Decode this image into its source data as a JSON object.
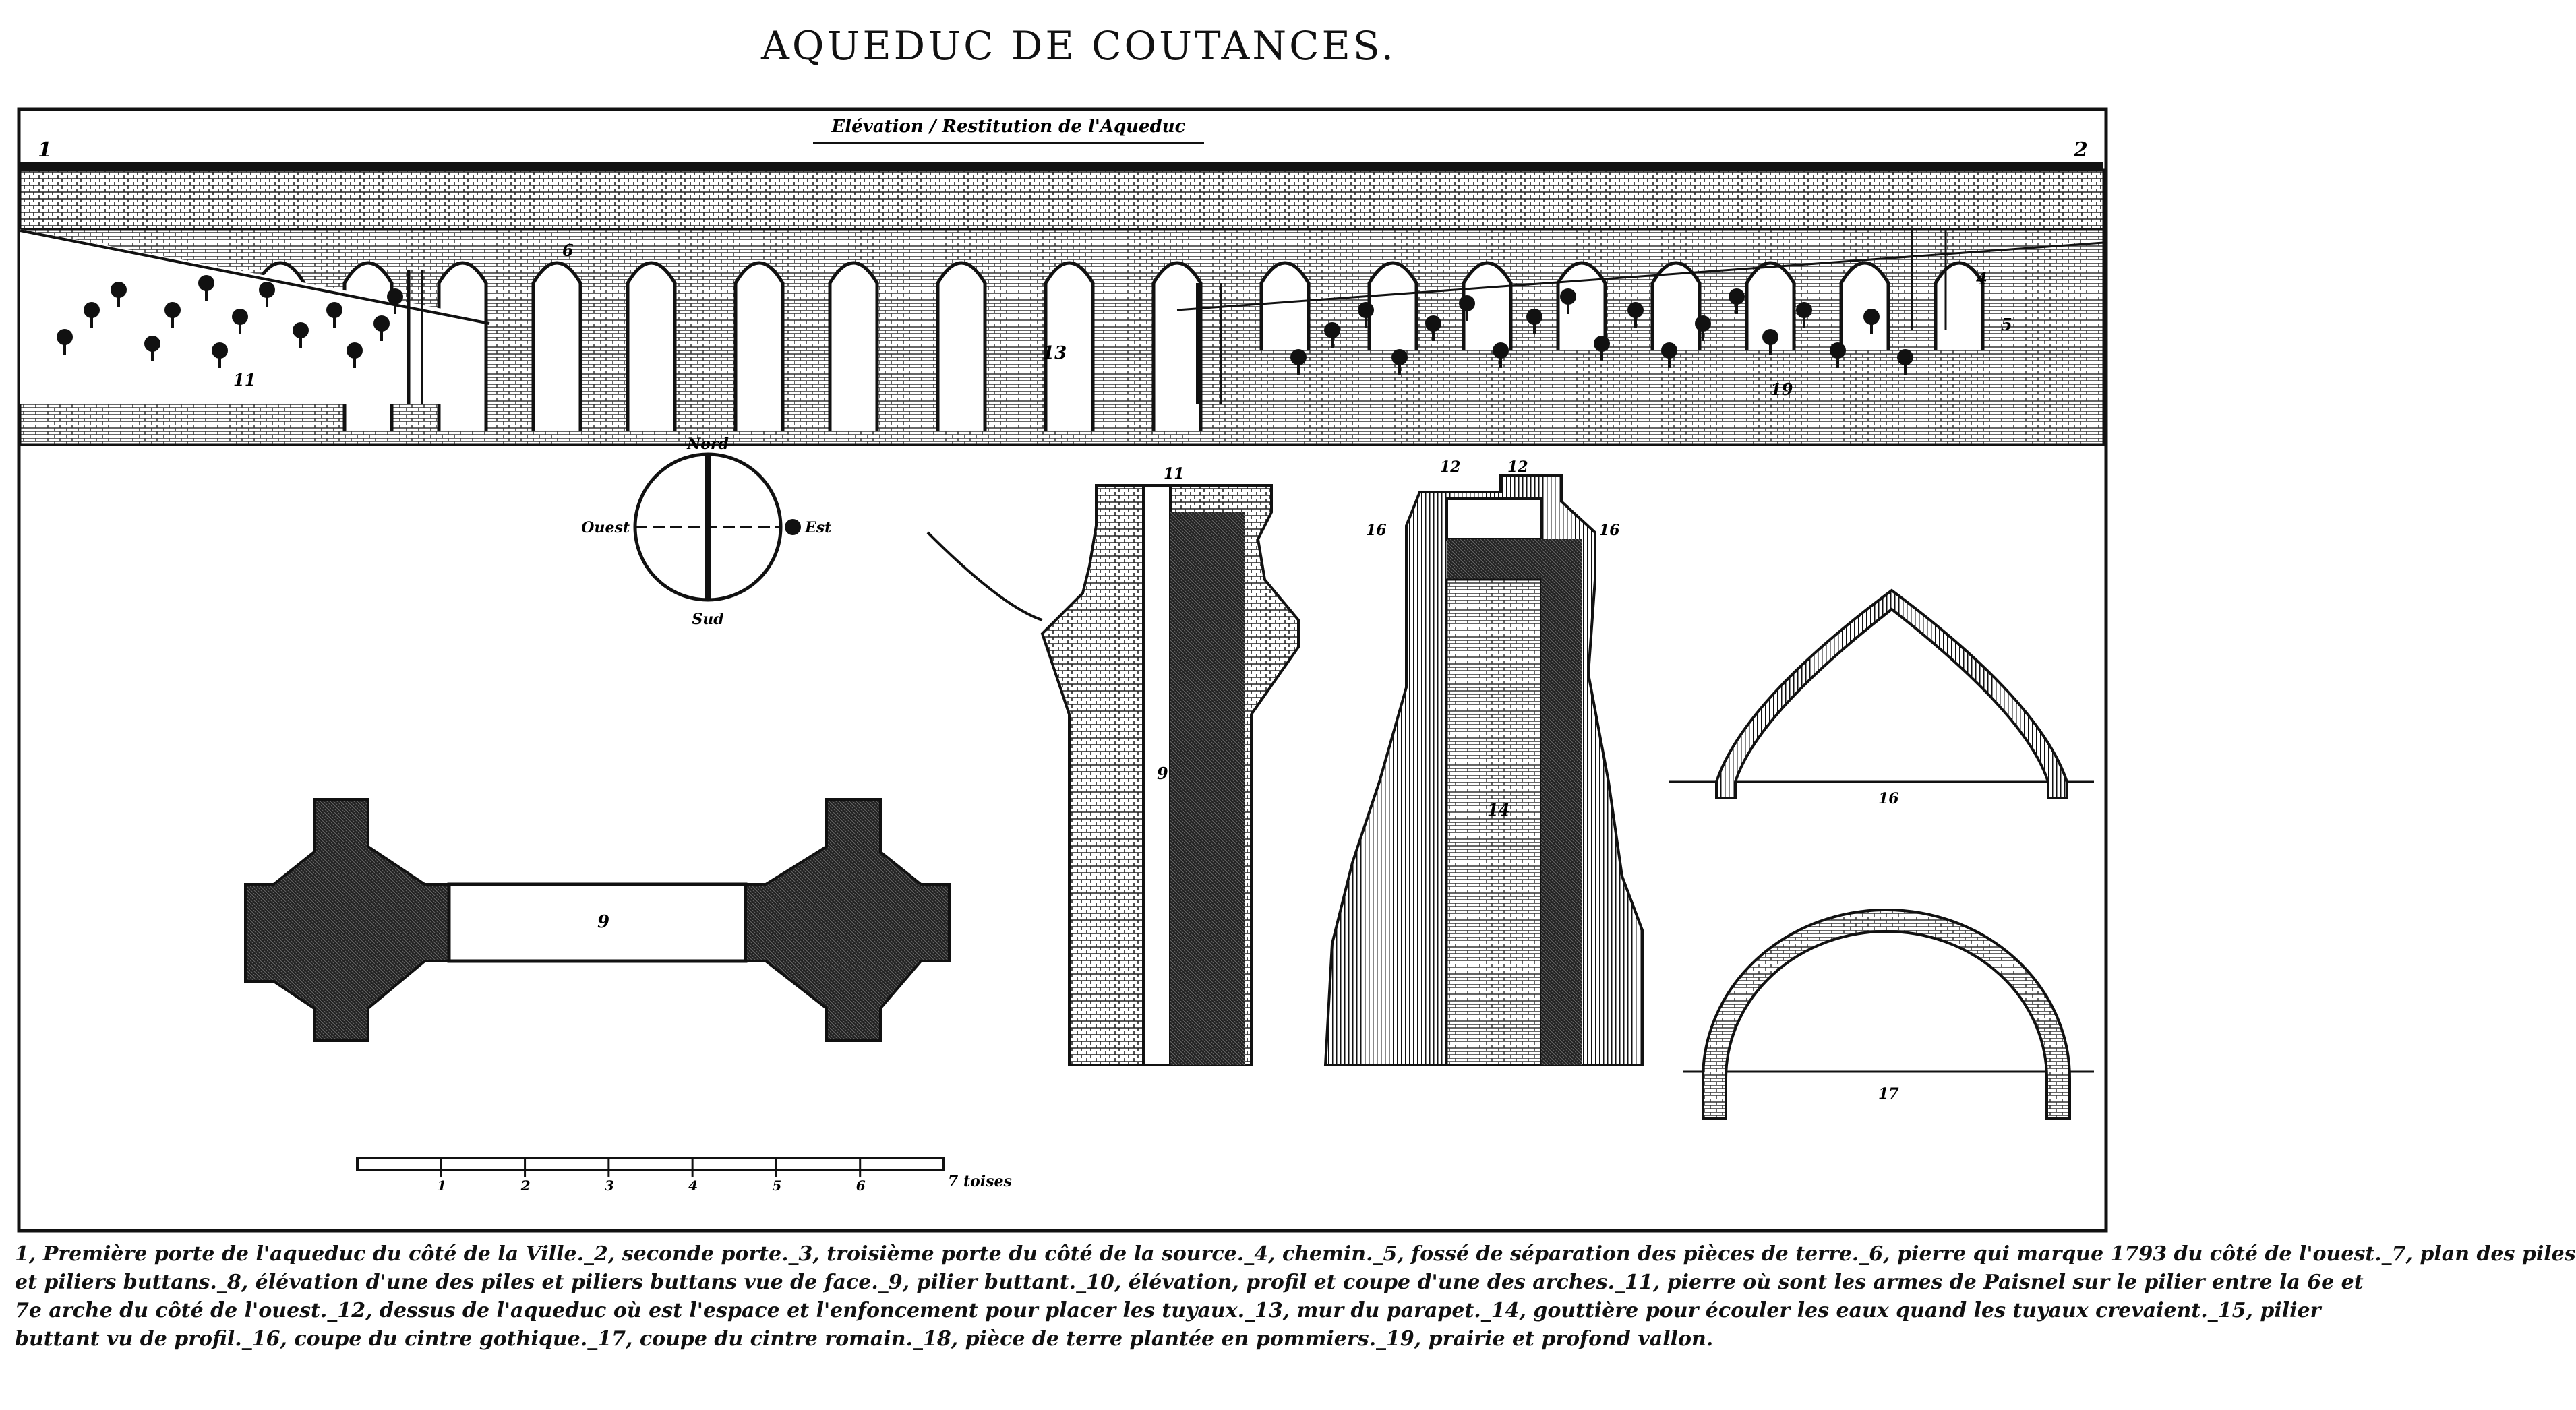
{
  "title": "AQUEDUC DE COUTANCES.",
  "elevation_heading": "Elévation / Restitution de l'Aqueduc",
  "compass": {
    "north": "Nord",
    "south": "Sud",
    "east": "Est",
    "west": "Ouest"
  },
  "figure_numbers": {
    "elevation_left": "1",
    "elevation_right": "2",
    "ridge_a": "4",
    "ridge_b": "5",
    "pier_6": "6",
    "ground_11": "11",
    "arches_13": "13",
    "ground_19": "19",
    "pier_plan": "9",
    "pier_profile": "9",
    "profile_top": "11",
    "section_top_a": "12",
    "section_top_b": "12",
    "section_side_a": "16",
    "section_side_b": "16",
    "section_body": "14",
    "gothic_arch": "16",
    "roman_arch": "17"
  },
  "scale_bar": {
    "ticks": [
      "1",
      "2",
      "3",
      "4",
      "5",
      "6"
    ],
    "unit": "7 toises"
  },
  "legend_lines": [
    "1, Première porte de l'aqueduc du côté de la Ville._2, seconde porte._3, troisième porte du côté de la source._4, chemin._5, fossé de séparation des pièces de terre._6, pierre qui marque 1793 du côté de l'ouest._7, plan des piles",
    "et piliers buttans._8, élévation d'une des piles et piliers buttans vue de face._9, pilier buttant._10, élévation, profil et coupe d'une des arches._11, pierre où sont les armes de Paisnel sur le pilier entre la 6e et",
    "7e arche du côté de l'ouest._12, dessus de l'aqueduc où est l'espace et l'enfoncement pour placer les tuyaux._13, mur du parapet._14, gouttière pour écouler les eaux quand les tuyaux crevaient._15, pilier",
    "buttant vu de profil._16, coupe du cintre gothique._17, coupe du cintre romain._18, pièce de terre plantée en pommiers._19, prairie et profond vallon."
  ]
}
